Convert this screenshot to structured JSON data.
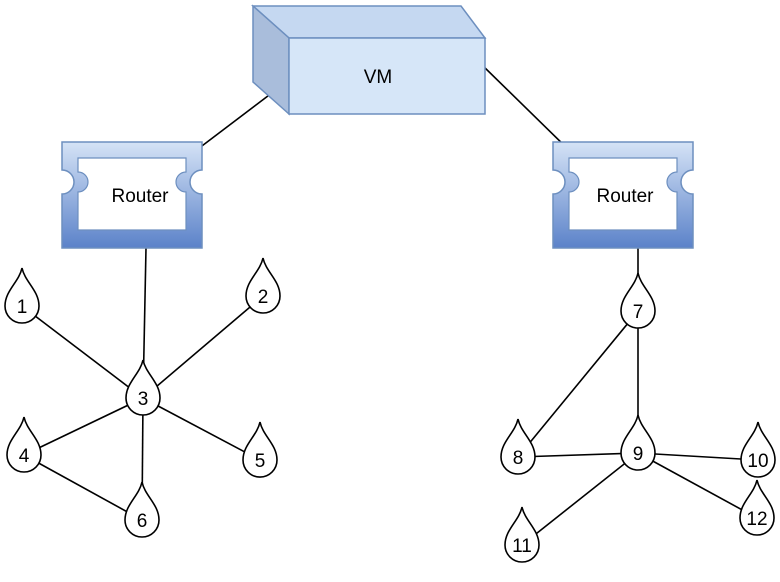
{
  "vm": {
    "label": "VM"
  },
  "routers": [
    {
      "id": "router-left",
      "label": "Router"
    },
    {
      "id": "router-right",
      "label": "Router"
    }
  ],
  "nodes": [
    {
      "id": "n1",
      "label": "1"
    },
    {
      "id": "n2",
      "label": "2"
    },
    {
      "id": "n3",
      "label": "3"
    },
    {
      "id": "n4",
      "label": "4"
    },
    {
      "id": "n5",
      "label": "5"
    },
    {
      "id": "n6",
      "label": "6"
    },
    {
      "id": "n7",
      "label": "7"
    },
    {
      "id": "n8",
      "label": "8"
    },
    {
      "id": "n9",
      "label": "9"
    },
    {
      "id": "n10",
      "label": "10"
    },
    {
      "id": "n11",
      "label": "11"
    },
    {
      "id": "n12",
      "label": "12"
    }
  ],
  "edges": [
    [
      "vm",
      "router-left"
    ],
    [
      "vm",
      "router-right"
    ],
    [
      "router-left",
      "n3"
    ],
    [
      "n1",
      "n3"
    ],
    [
      "n2",
      "n3"
    ],
    [
      "n3",
      "n4"
    ],
    [
      "n3",
      "n5"
    ],
    [
      "n3",
      "n6"
    ],
    [
      "n4",
      "n6"
    ],
    [
      "router-right",
      "n7"
    ],
    [
      "n7",
      "n8"
    ],
    [
      "n7",
      "n9"
    ],
    [
      "n8",
      "n9"
    ],
    [
      "n9",
      "n10"
    ],
    [
      "n9",
      "n11"
    ],
    [
      "n9",
      "n12"
    ]
  ],
  "colors": {
    "vm_front": "#d6e6f8",
    "vm_top": "#c5d8f1",
    "vm_side": "#a9bddb",
    "vm_stroke": "#6d8fbf",
    "router_light": "#c7d8f2",
    "router_dark": "#5b82c9",
    "router_stroke": "#6d8fbf"
  }
}
